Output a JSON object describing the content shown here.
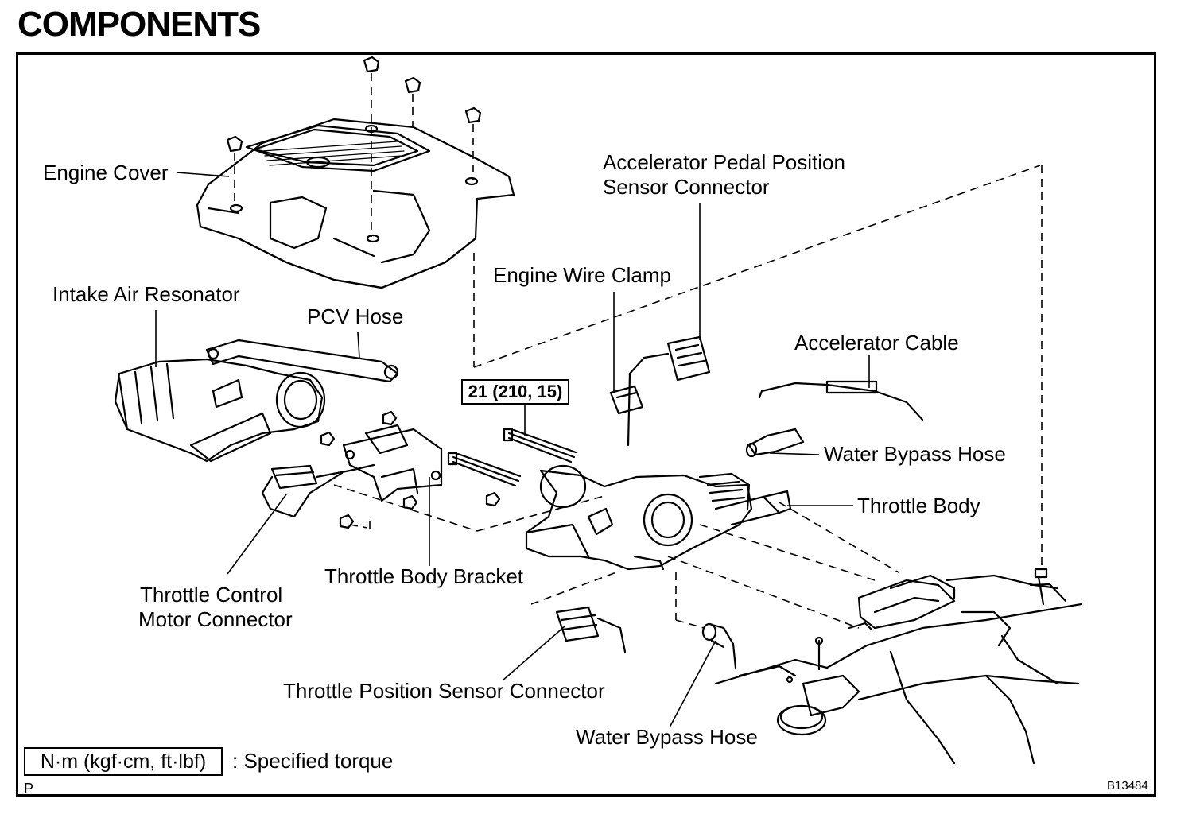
{
  "title": "COMPONENTS",
  "labels": {
    "engine_cover": "Engine Cover",
    "intake_air_resonator": "Intake Air Resonator",
    "pcv_hose": "PCV Hose",
    "app_sensor_connector_line1": "Accelerator Pedal Position",
    "app_sensor_connector_line2": "Sensor Connector",
    "engine_wire_clamp": "Engine Wire Clamp",
    "accelerator_cable": "Accelerator Cable",
    "water_bypass_hose_upper": "Water Bypass Hose",
    "throttle_body": "Throttle Body",
    "throttle_body_bracket": "Throttle Body Bracket",
    "throttle_control_motor_connector_line1": "Throttle Control",
    "throttle_control_motor_connector_line2": "Motor Connector",
    "throttle_position_sensor_connector": "Throttle Position Sensor Connector",
    "water_bypass_hose_lower": "Water Bypass Hose"
  },
  "torque_spec": "21 (210, 15)",
  "legend": {
    "box": "N·m (kgf·cm, ft·lbf)",
    "text": ": Specified torque"
  },
  "corner_left": "P",
  "figure_code": "B13484"
}
